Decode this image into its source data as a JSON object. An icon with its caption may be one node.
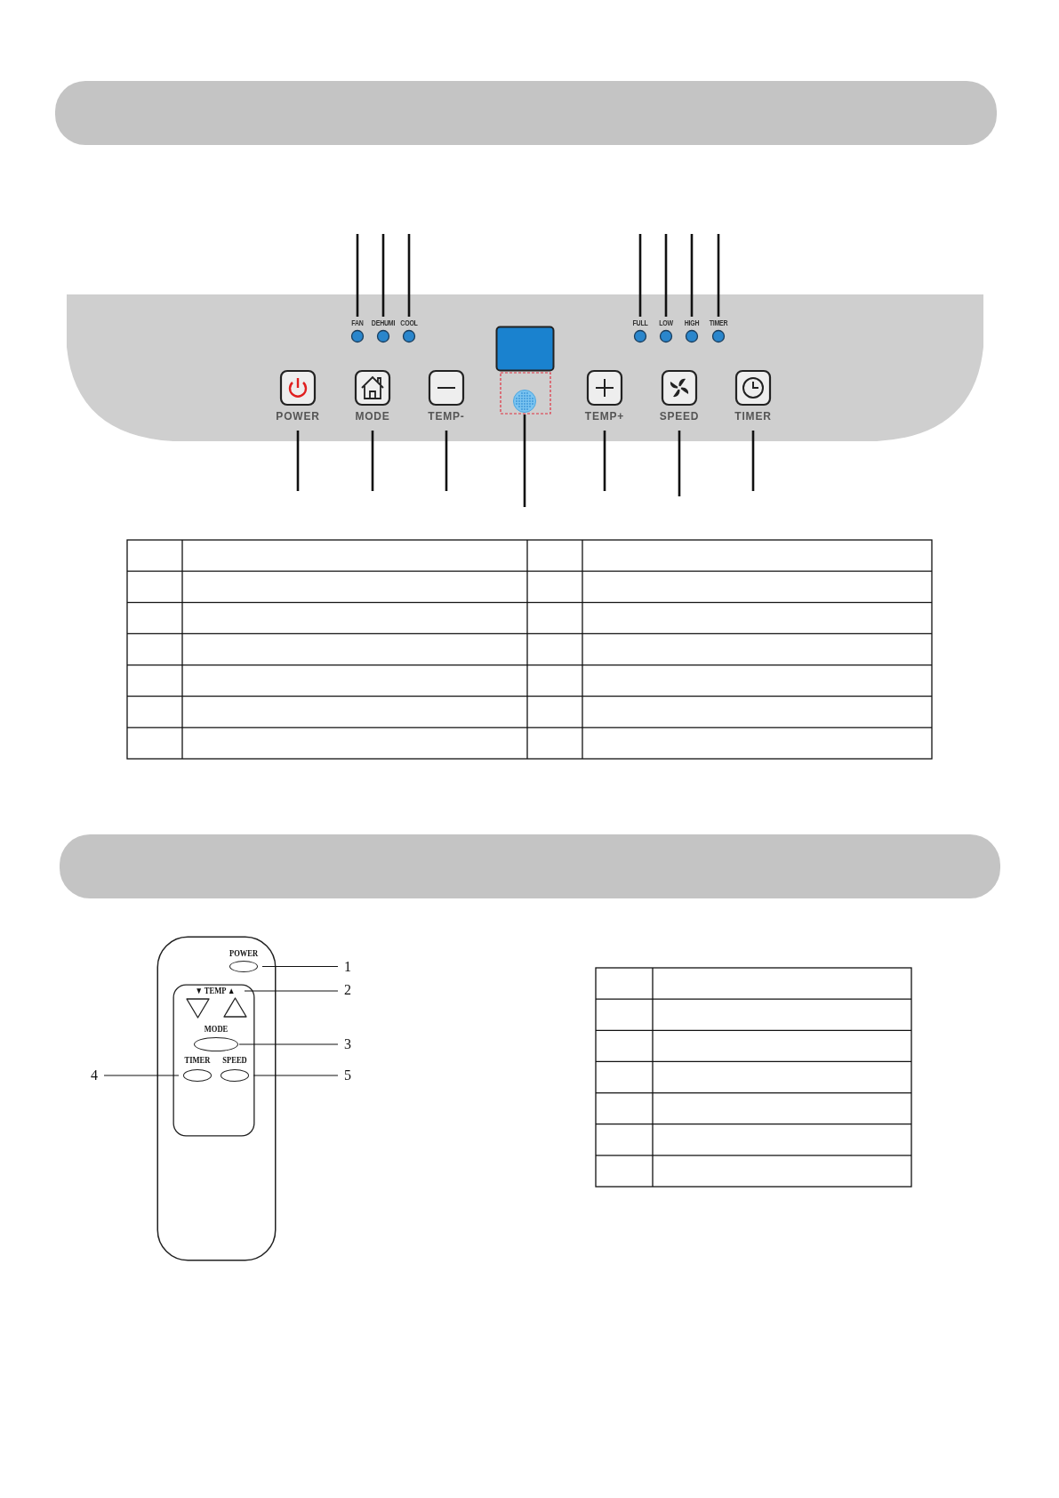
{
  "diagram": {
    "nodes": [
      {
        "text": [],
        "shape": "box"
      },
      {
        "text": [
          "FAN"
        ],
        "in": 0
      },
      {
        "text": [
          "DEHUMI"
        ],
        "in": 0
      },
      {
        "text": [
          "COOL"
        ],
        "in": 0
      },
      {
        "text": [],
        "shape": "box",
        "in": 0
      },
      {
        "text": [
          "FULL"
        ],
        "in": 0
      },
      {
        "text": [
          "LOW"
        ],
        "in": 0
      },
      {
        "text": [
          "HIGH"
        ],
        "in": 0
      },
      {
        "text": [
          "TIMER"
        ],
        "in": 0
      },
      {
        "text": [
          "POWER"
        ],
        "in": 0
      },
      {
        "text": [
          "MODE"
        ],
        "in": 0
      },
      {
        "text": [
          "TEMP-"
        ],
        "in": 0
      },
      {
        "text": [],
        "shape": "circle",
        "in": 0
      },
      {
        "text": [
          "TEMP+"
        ],
        "in": 0
      },
      {
        "text": [
          "SPEED"
        ],
        "in": 0
      },
      {
        "text": [
          "TIMER"
        ],
        "in": 0
      },
      {
        "text": [],
        "shape": "box"
      },
      {
        "text": [],
        "shape": "box",
        "in": 16
      },
      {
        "text": [
          "POWER"
        ],
        "in": 16
      },
      {
        "text": [
          "▼ TEMP ▲"
        ],
        "in": 17
      },
      {
        "text": [],
        "shape": "triangle",
        "in": 17
      },
      {
        "text": [],
        "shape": "triangle",
        "in": 17
      },
      {
        "text": [
          "MODE"
        ],
        "in": 17
      },
      {
        "text": [
          "TIMER"
        ],
        "in": 17
      },
      {
        "text": [
          "SPEED"
        ],
        "in": 17
      },
      {
        "text": [
          "1"
        ]
      },
      {
        "text": [
          "2"
        ]
      },
      {
        "text": [
          "3"
        ]
      },
      {
        "text": [
          "4"
        ]
      },
      {
        "text": [
          "5"
        ]
      }
    ],
    "edges": [
      {
        "from": null,
        "to": 1,
        "arrow": "none"
      },
      {
        "from": null,
        "to": 2,
        "arrow": "none"
      },
      {
        "from": null,
        "to": 3,
        "arrow": "none"
      },
      {
        "from": null,
        "to": 5,
        "arrow": "none"
      },
      {
        "from": null,
        "to": 6,
        "arrow": "none"
      },
      {
        "from": null,
        "to": 7,
        "arrow": "none"
      },
      {
        "from": null,
        "to": 8,
        "arrow": "none"
      },
      {
        "from": null,
        "to": 9,
        "arrow": "none"
      },
      {
        "from": null,
        "to": 10,
        "arrow": "none"
      },
      {
        "from": null,
        "to": 11,
        "arrow": "none"
      },
      {
        "from": null,
        "to": 12,
        "arrow": "none"
      },
      {
        "from": null,
        "to": 13,
        "arrow": "none"
      },
      {
        "from": null,
        "to": 14,
        "arrow": "none"
      },
      {
        "from": null,
        "to": 15,
        "arrow": "none"
      },
      {
        "from": 25,
        "to": 18,
        "arrow": "none"
      },
      {
        "from": 26,
        "to": 19,
        "arrow": "none"
      },
      {
        "from": 27,
        "to": 22,
        "arrow": "none"
      },
      {
        "from": 28,
        "to": 23,
        "arrow": "none"
      },
      {
        "from": 29,
        "to": 24,
        "arrow": "none"
      }
    ]
  }
}
